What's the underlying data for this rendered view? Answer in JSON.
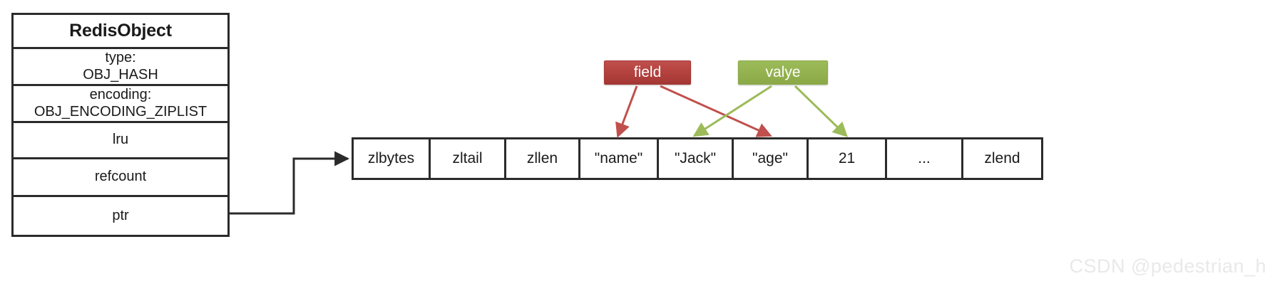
{
  "diagram": {
    "title": "RedisObject hash ziplist encoding",
    "colors": {
      "stroke": "#2b2b2b",
      "background": "#ffffff",
      "field_red": "#c0504d",
      "value_green": "#9cbb59",
      "watermark": "#e9e9e9"
    }
  },
  "redis_object": {
    "header": "RedisObject",
    "rows": [
      {
        "name": "type-row",
        "line1": "type:",
        "line2": "OBJ_HASH"
      },
      {
        "name": "encoding-row",
        "line1": "encoding:",
        "line2": "OBJ_ENCODING_ZIPLIST"
      },
      {
        "name": "lru-row",
        "line1": "lru",
        "line2": ""
      },
      {
        "name": "refcount-row",
        "line1": "refcount",
        "line2": ""
      },
      {
        "name": "ptr-row",
        "line1": "ptr",
        "line2": ""
      }
    ]
  },
  "ziplist": {
    "cells": [
      {
        "name": "zlbytes",
        "label": "zlbytes",
        "width": 108
      },
      {
        "name": "zltail",
        "label": "zltail",
        "width": 106
      },
      {
        "name": "zllen",
        "label": "zllen",
        "width": 104
      },
      {
        "name": "entry-name-key",
        "label": "\"name\"",
        "width": 110
      },
      {
        "name": "entry-jack-value",
        "label": "\"Jack\"",
        "width": 105
      },
      {
        "name": "entry-age-key",
        "label": "\"age\"",
        "width": 105
      },
      {
        "name": "entry-21-value",
        "label": "21",
        "width": 110
      },
      {
        "name": "entry-ellipsis",
        "label": "...",
        "width": 107
      },
      {
        "name": "zlend",
        "label": "zlend",
        "width": 109
      }
    ]
  },
  "legend": {
    "field": {
      "label": "field",
      "color": "#c0504d"
    },
    "value": {
      "label": "valye",
      "color": "#9cbb59"
    }
  },
  "annotations": {
    "field_arrow_targets": [
      "\"name\"",
      "\"age\""
    ],
    "value_arrow_targets": [
      "\"Jack\"",
      "21"
    ],
    "pointer_label": "ptr"
  },
  "watermark": {
    "text": "CSDN @pedestrian_h"
  }
}
